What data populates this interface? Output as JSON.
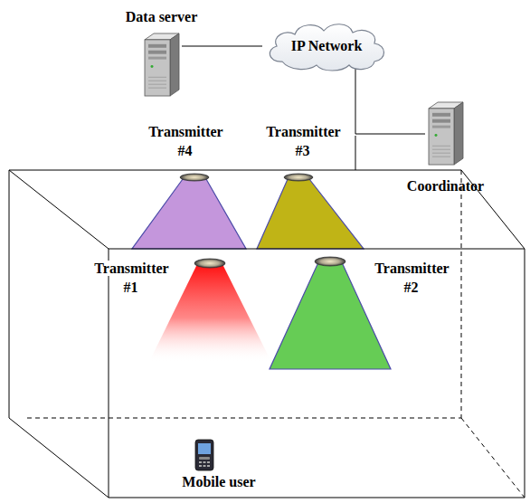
{
  "diagram": {
    "nodes": [
      {
        "text": [
          "Data server"
        ]
      },
      {
        "text": [
          "IP Network"
        ]
      },
      {
        "text": [
          "Coordinator"
        ]
      }
    ],
    "edges": [
      {
        "from": 0,
        "to": 1,
        "arrow": "none"
      },
      {
        "from": 1,
        "to": 2,
        "arrow": "none"
      }
    ],
    "labels": [
      "Transmitter #4",
      "Transmitter #3",
      "Transmitter #1",
      "Transmitter #2",
      "Mobile user"
    ]
  }
}
